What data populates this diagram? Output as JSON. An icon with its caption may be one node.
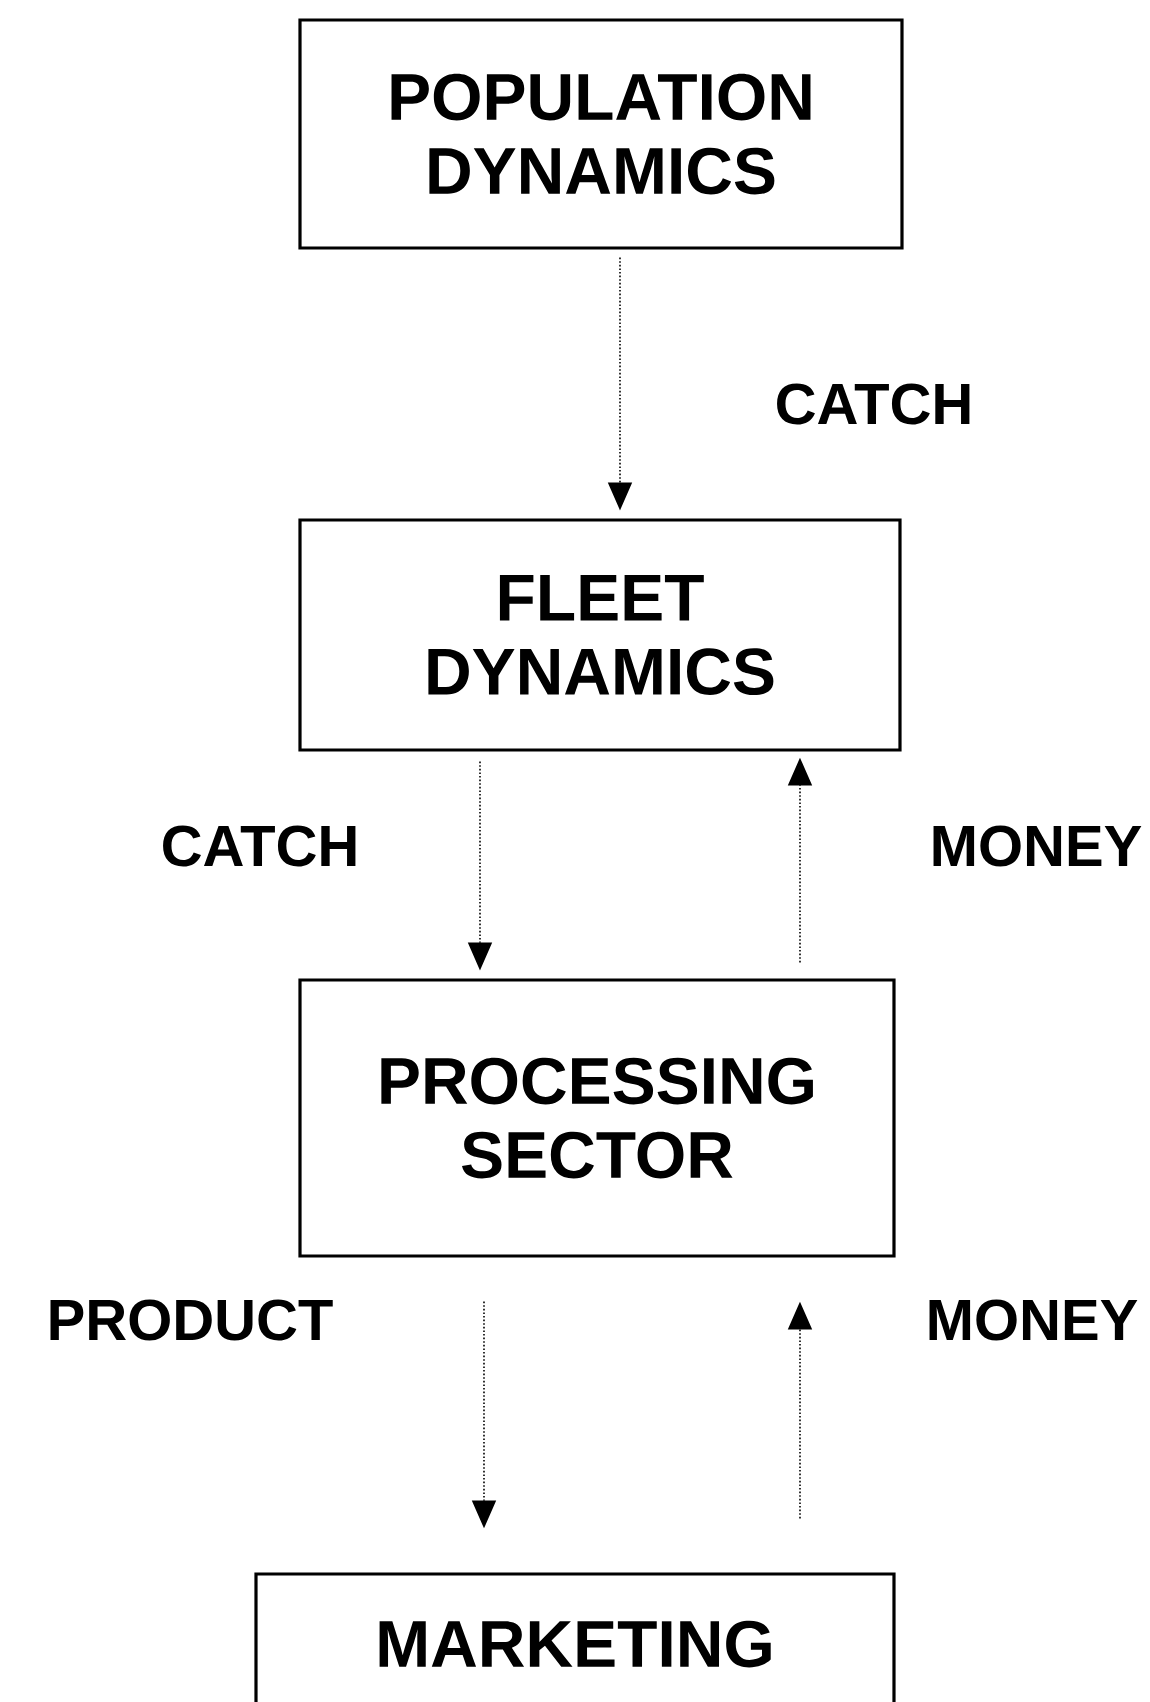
{
  "diagram": {
    "nodes": [
      {
        "text": [
          "POPULATION DYNAMICS"
        ]
      },
      {
        "text": [
          "FLEET DYNAMICS"
        ]
      },
      {
        "text": [
          "PROCESSING SECTOR"
        ]
      },
      {
        "text": [
          "MARKETING"
        ]
      }
    ],
    "edges": [
      {
        "from": 0,
        "to": 1,
        "arrow": "to",
        "label": "CATCH"
      },
      {
        "from": 1,
        "to": 2,
        "arrow": "to",
        "label": "CATCH"
      },
      {
        "from": 2,
        "to": 1,
        "arrow": "to",
        "label": "MONEY"
      },
      {
        "from": 2,
        "to": 3,
        "arrow": "to",
        "label": "PRODUCT"
      },
      {
        "from": 3,
        "to": 2,
        "arrow": "to",
        "label": "MONEY"
      }
    ]
  }
}
